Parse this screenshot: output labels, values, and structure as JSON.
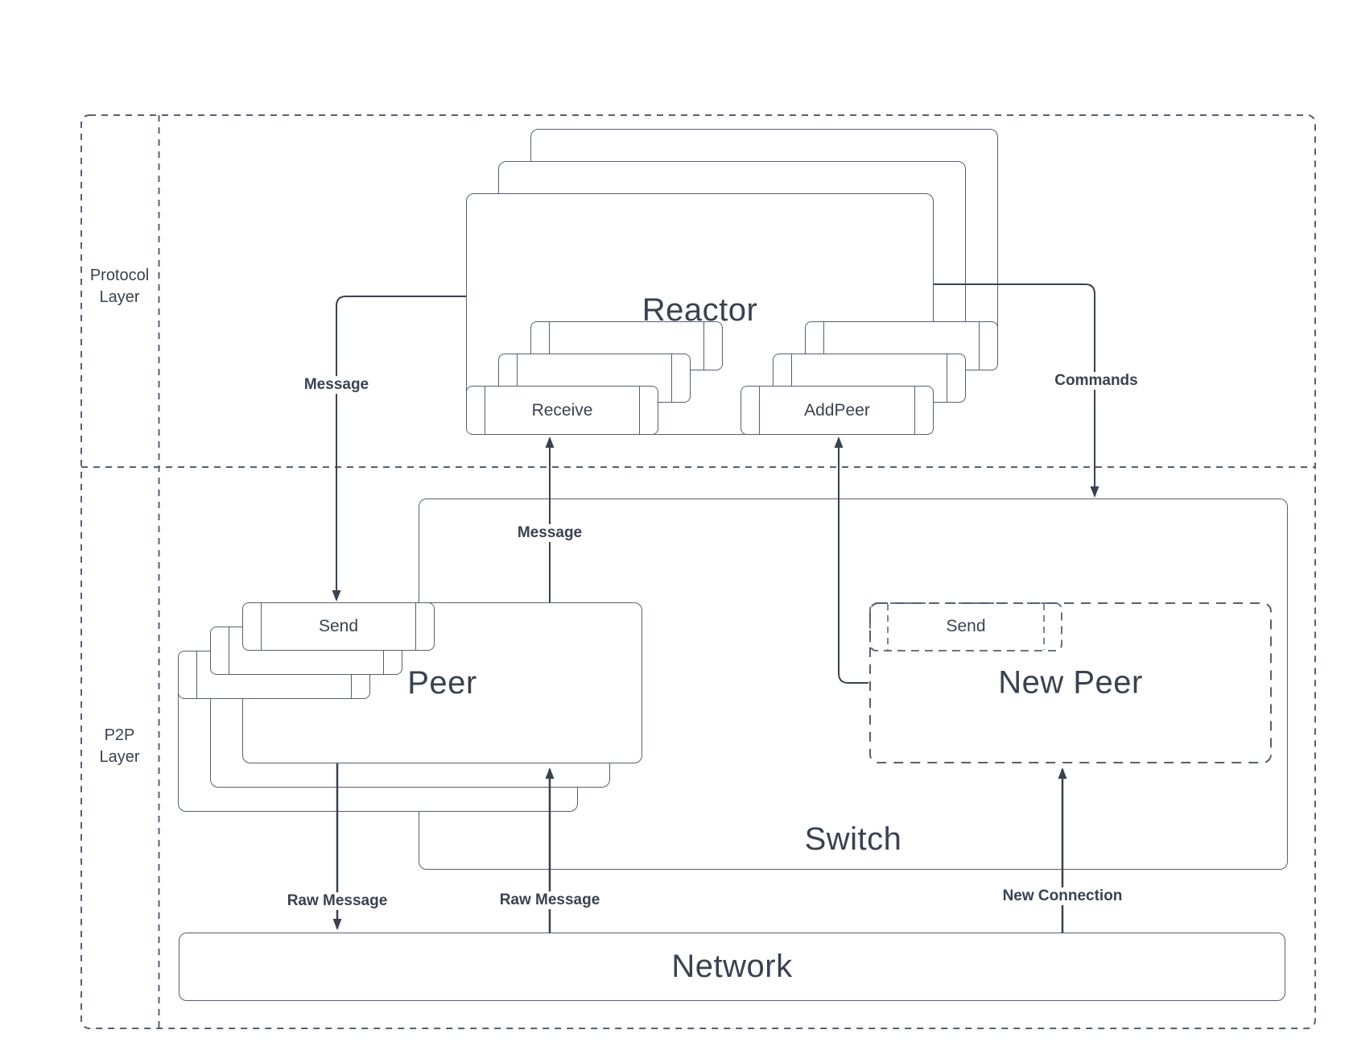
{
  "layers": {
    "protocol": {
      "line1": "Protocol",
      "line2": "Layer"
    },
    "p2p": {
      "line1": "P2P",
      "line2": "Layer"
    }
  },
  "nodes": {
    "reactor": {
      "label": "Reactor",
      "receive_port": "Receive",
      "addpeer_port": "AddPeer"
    },
    "peer": {
      "label": "Peer",
      "send_port": "Send"
    },
    "new_peer": {
      "label": "New Peer",
      "send_port": "Send"
    },
    "switch": {
      "label": "Switch"
    },
    "network": {
      "label": "Network"
    }
  },
  "edges": {
    "message_to_peer": {
      "label": "Message"
    },
    "message_to_reactor": {
      "label": "Message"
    },
    "commands": {
      "label": "Commands"
    },
    "raw_message_outgoing": {
      "label": "Raw Message"
    },
    "raw_message_incoming": {
      "label": "Raw Message"
    },
    "new_connection": {
      "label": "New Connection"
    }
  },
  "colors": {
    "box_stroke": "#566070",
    "arrow": "#39424f",
    "text": "#39424f",
    "background": "#ffffff"
  }
}
